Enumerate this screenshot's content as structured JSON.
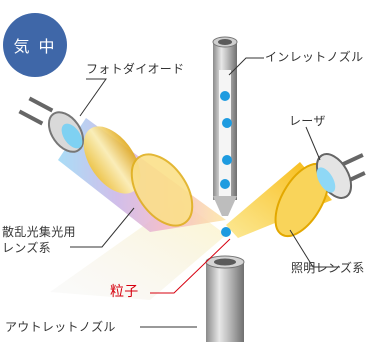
{
  "badge": "気 中",
  "labels": {
    "photodiode": "フォトダイオード",
    "inlet_nozzle": "インレットノズル",
    "laser": "レーザ",
    "scatter_lens_1": "散乱光集光用",
    "scatter_lens_2": "レンズ系",
    "particle": "粒子",
    "illum_lens": "照明レンズ系",
    "outlet_nozzle": "アウトレットノズル"
  },
  "colors": {
    "badge": "#3f67a8",
    "particle_label": "#d7000f",
    "particles": "#1e9be0",
    "laser_beam": "#f7c233"
  }
}
